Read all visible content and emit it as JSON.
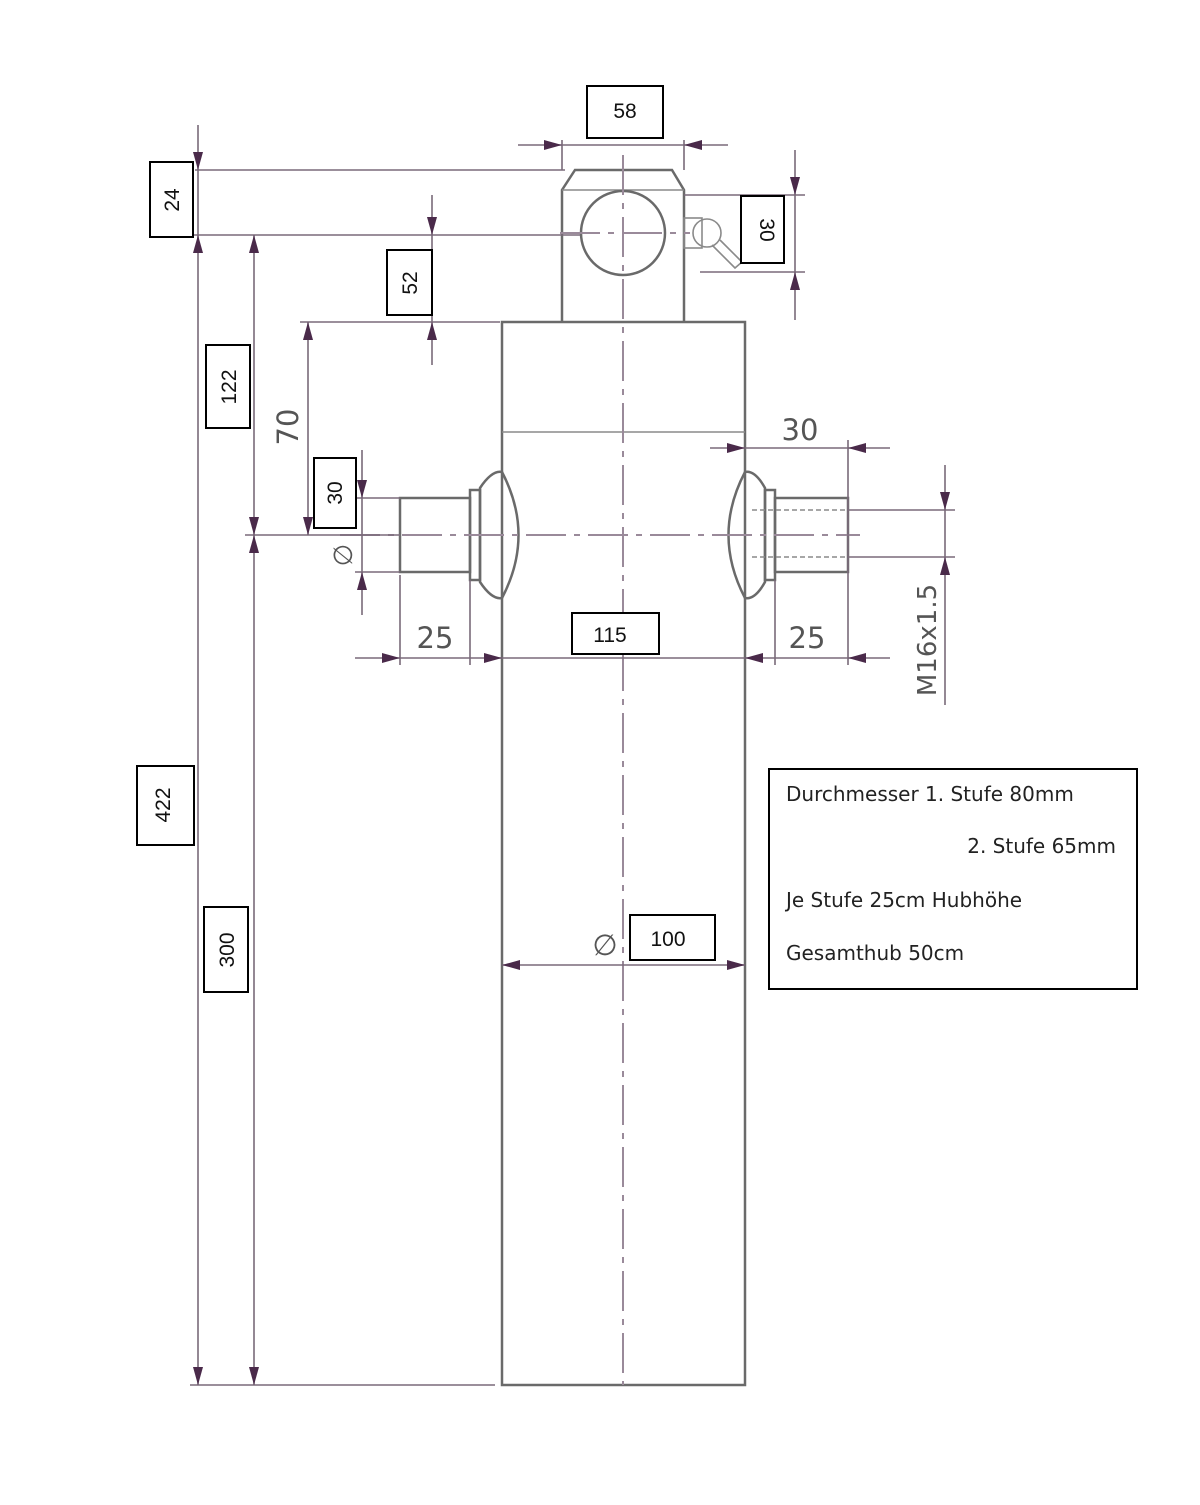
{
  "dimensions": {
    "width_eye": "58",
    "eye_top_height": "24",
    "eye_diameter": "30",
    "eye_to_top_of_body": "52",
    "upper_section": "122",
    "port_offset": "70",
    "port_diameter_left": "30",
    "port_diameter_symbol": "∅",
    "port_length_right": "30",
    "port_length_left_25": "25",
    "port_spacing": "115",
    "port_length_right_25": "25",
    "thread": "M16x1.5",
    "total_height": "422",
    "lower_section": "300",
    "body_diameter_symbol": "∅",
    "body_diameter": "100"
  },
  "notes": {
    "line1": "Durchmesser 1. Stufe 80mm",
    "line2": "2. Stufe 65mm",
    "line3": "Je Stufe 25cm Hubhöhe",
    "line4": "Gesamthub 50cm"
  }
}
